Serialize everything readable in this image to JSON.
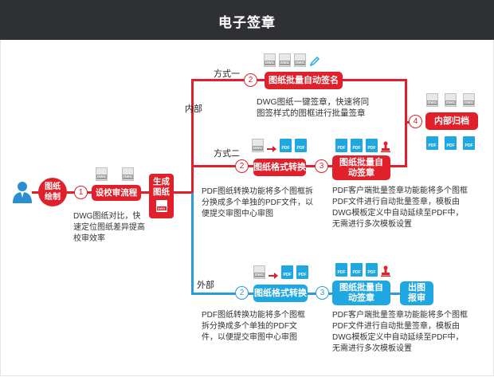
{
  "header": {
    "title": "电子签章"
  },
  "colors": {
    "red": "#e0202a",
    "blue": "#1ea7e1",
    "header_bg": "#2f3033"
  },
  "labels": {
    "internal": "内部",
    "external": "外部",
    "method_one": "方式一",
    "method_two": "方式二"
  },
  "nodes": {
    "drawing": "图纸绘制",
    "review": "设校审流程",
    "generate": "生成图纸",
    "batch_sign": "图纸批量自动签名",
    "convert_internal": "图纸格式转换",
    "batch_stamp_internal": "图纸批量自动签章",
    "archive": "内部归档",
    "convert_external": "图纸格式转换",
    "batch_stamp_external": "图纸批量自动签章",
    "publish": "出图报审"
  },
  "steps": {
    "s1": "1",
    "s2a": "2",
    "s2b": "2",
    "s3a": "3",
    "s4": "4",
    "s2c": "2",
    "s3b": "3"
  },
  "icon_text": {
    "dwg": "DWG",
    "pdf": "PDF"
  },
  "icons": {
    "person": "user-icon",
    "dwg": "dwg-file-icon",
    "pdf": "pdf-file-icon",
    "arrow": "convert-arrow-icon",
    "stamp": "stamp-icon",
    "pen": "pen-icon"
  },
  "descriptions": {
    "review": "DWG图纸对比，快速定位图纸差异提高校审效率",
    "batch_sign": "DWG图纸一键签章，快速将同图签样式的图框进行批量签章",
    "convert_internal": "PDF图纸转换功能将多个图框拆分换成多个单独的PDF文件，以便提交审图中心审图",
    "batch_stamp_internal": "PDF客户端批量签章功能能将多个图框PDF文件进行自动批量签章，模板由DWG模板定义中自动延续至PDF中，无需进行多次模板设置",
    "convert_external": "PDF图纸转换功能将多个图框拆分换成多个单独的PDF文件，以便提交审图中心审图",
    "batch_stamp_external": "PDF客户端批量签章功能能将多个图框PDF文件进行自动批量签章，模板由DWG模板定义中自动延续至PDF中，无需进行多次模板设置"
  }
}
